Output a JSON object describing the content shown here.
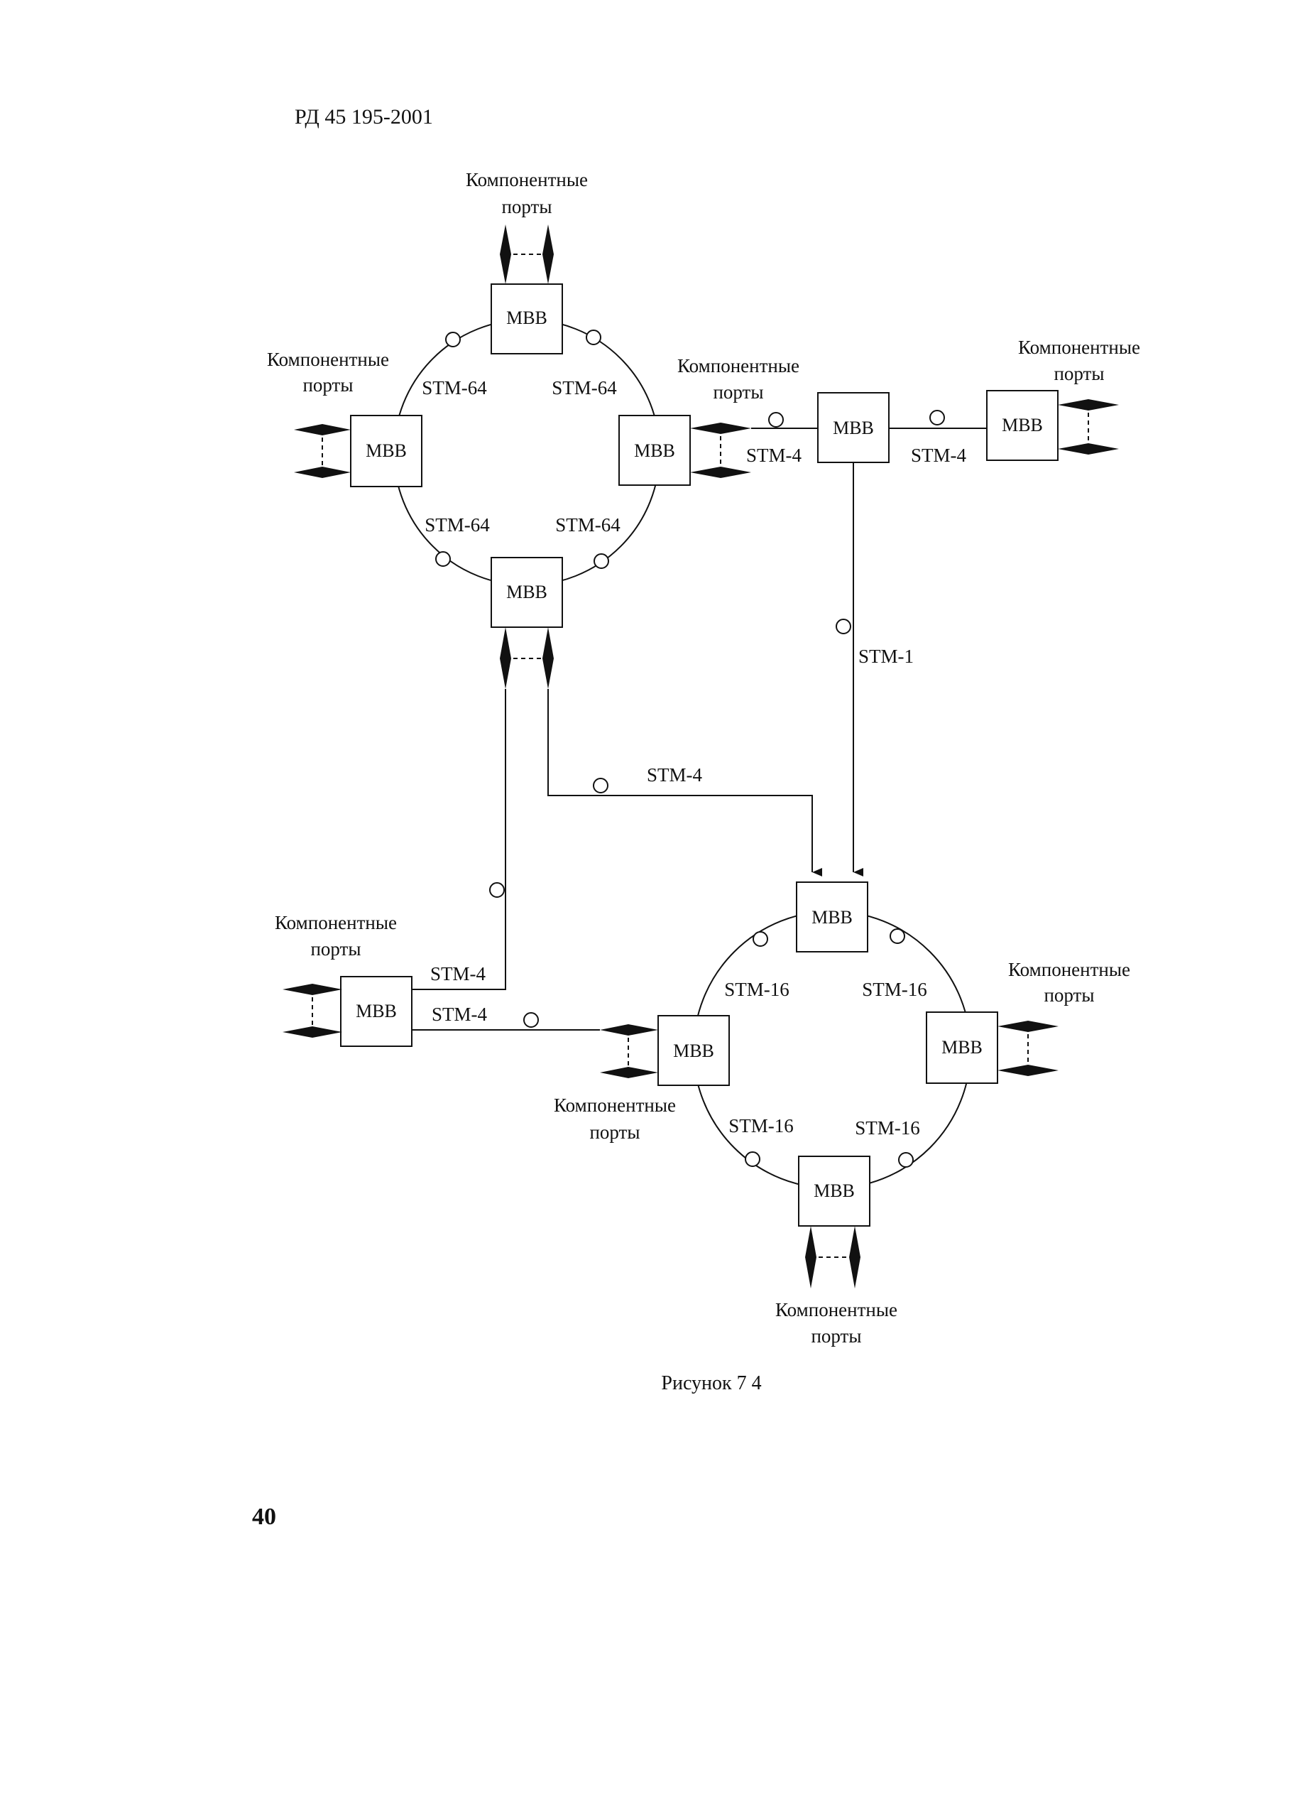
{
  "header": {
    "doc_code": "РД 45 195-2001"
  },
  "page_number": "40",
  "diagram": {
    "node_label": "MBB",
    "ports_label_line1": "Компонентные",
    "ports_label_line2": "порты",
    "link_labels": {
      "ring1_nw": "STM-64",
      "ring1_ne": "STM-64",
      "ring1_sw": "STM-64",
      "ring1_se": "STM-64",
      "link_e_left": "STM-4",
      "link_e_right": "STM-4",
      "link_vertical": "STM-1",
      "link_mid": "STM-4",
      "link_sw_upper": "STM-4",
      "link_sw_lower": "STM-4",
      "ring2_nw": "STM-16",
      "ring2_ne": "STM-16",
      "ring2_sw": "STM-16",
      "ring2_se": "STM-16"
    },
    "caption": "Рисунок 7 4"
  }
}
